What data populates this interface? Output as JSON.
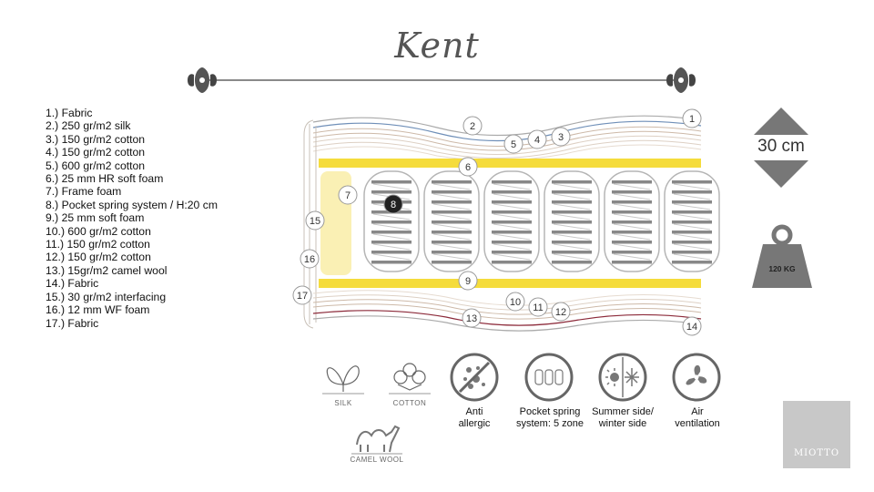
{
  "title": "Kent",
  "legend": [
    "1.) Fabric",
    "2.) 250 gr/m2 silk",
    "3.) 150 gr/m2 cotton",
    "4.) 150 gr/m2 cotton",
    "5.) 600 gr/m2 cotton",
    "6.) 25 mm HR soft foam",
    "7.) Frame foam",
    "8.) Pocket spring system / H:20 cm",
    "9.) 25 mm soft foam",
    "10.) 600 gr/m2 cotton",
    "11.) 150 gr/m2 cotton",
    "12.) 150 gr/m2 cotton",
    "13.) 15gr/m2 camel wool",
    "14.) Fabric",
    "15.) 30 gr/m2 interfacing",
    "16.) 12 mm WF foam",
    "17.) Fabric"
  ],
  "markers": [
    "1",
    "2",
    "3",
    "4",
    "5",
    "6",
    "7",
    "8",
    "9",
    "10",
    "11",
    "12",
    "13",
    "14",
    "15",
    "16",
    "17"
  ],
  "height_label": "30 cm",
  "weight_label": "120 KG",
  "materials": {
    "silk": "SILK",
    "cotton": "COTTON",
    "camel_wool": "CAMEL WOOL"
  },
  "features": {
    "anti_allergic": [
      "Anti",
      "allergic"
    ],
    "pocket_spring": [
      "Pocket spring",
      "system: 5 zone"
    ],
    "summer_winter": [
      "Summer side/",
      "winter side"
    ],
    "air_ventilation": [
      "Air",
      "ventilation"
    ]
  },
  "brand": "MIOTTO",
  "colors": {
    "foam_yellow": "#f5dc3c",
    "frame_foam": "#faf0b4",
    "silk_line": "#6f8fb8",
    "camel_line": "#8c2a3a",
    "cotton_line": "#cdb9a8",
    "icon_gray": "#6b6b6b",
    "brand_box": "#c8c8c8"
  }
}
